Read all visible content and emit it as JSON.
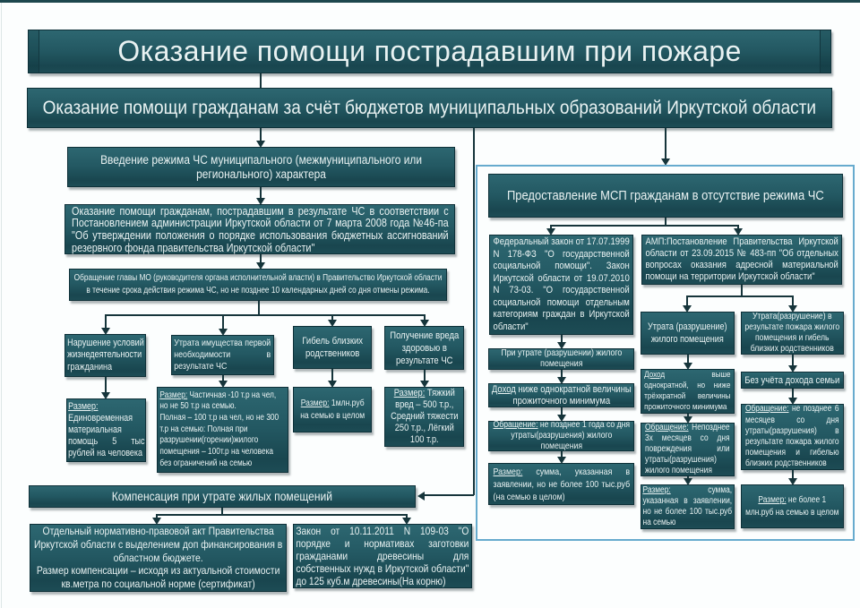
{
  "colors": {
    "box_gradient_top": "#2d6771",
    "box_gradient_bottom": "#1d4c55",
    "box_border": "#0e3038",
    "text": "#e9f2f2",
    "connector": "#16353b",
    "container_border": "#67abce",
    "top_strip": "#1d474e",
    "background": "#fcfefe"
  },
  "nodes": {
    "title": "Оказание помощи пострадавшим при пожаре",
    "subtitle": "Оказание помощи гражданам за счёт бюджетов муниципальных образований Иркутской области",
    "regime_intro": "Введение режима ЧС муниципального (межмуниципального или регионального) характера",
    "assistance_cs": "Оказание помощи гражданам, пострадавшим в результате ЧС в соответствии с Постановлением администрации Иркутской области от 7 марта 2008 года №46-па \"Об  утверждении положения о порядке использования бюджетных ассигнований резервного фонда правительства Иркутской области\"",
    "appeal_mo": "Обращение главы МО (руководителя органа исполнительной власти) в Правительство Иркутской области в течение срока действия режима ЧС, но не позднее 10 календарных дней со дня отмены режима.",
    "branch1": "Нарушение условий жизнедеятельности гражданина",
    "branch2": "Утрата имущества первой необходимости в результате ЧС",
    "branch3": "Гибель близких родствеников",
    "branch4": "Получение вреда здоровью в результате ЧС",
    "size1": "__Размер:__\nЕдиновременная материальная помощь 5 тыс рублей на человека",
    "size2": "__Размер:__ Частичная -10 т.р на чел, но не 50 т.р на семью.\nПолная – 100 т.р на чел, но не 300 т.р на семью: Полная при разрушении(горении)жилого помещения – 100т.р на человека без ограничений на семью",
    "size3": "__Размер:__ 1млн.руб на семью в целом",
    "size4": "__Размер:__ Тяжкий вред – 500 т.р., Средний тяжести 250 т.р., Лёгкий 100 т.р.",
    "compensation": "Компенсация при утрате жилых помещений",
    "separate_act": "Отдельный нормативно-правовой акт Правительства Иркутской области с выделением доп финансирования в областном бюджете.\nРазмер компенсации – исходя из актуальной стоимости кв.метра по социальной норме (сертификат)",
    "timber_law": "Закон от 10.11.2011 N 109-03 \"О порядке и нормативах заготовки гражданами древесины для собственных нужд в Иркутской области\" до 125 куб.м древесины(На корню)",
    "msp_header": "Предоставление МСП гражданам в отсутствие режима ЧС",
    "federal_law": "Федеральный закон от 17.07.1999 N 178-ФЗ \"О государственной социальной помощи\". Закон Иркутской области от 19.07.2010 N 73-03. \"О государственной социальной помощи отдельным категориям граждан в Иркутской области\"",
    "amp_decree": "АМП:Постановление Правительства Иркутской области от 23.09.2015 № 483-пп \"Об отдельных вопросах оказания адресной материальной помощи на территории Иркутской области\"",
    "col1_case": "При утрате (разрушении) жилого помещения",
    "col1_income": "__Доход__ ниже однократной величины прожиточного минимума",
    "col1_appeal": "__Обращение:__ не позднее 1 года со дня утраты(разрушения) жилого помещения",
    "col1_size": "__Размер:__ сумма, указанная в заявлении, но не более 100 тыс.руб (на семью в целом)",
    "col2_case": "Утрата (разрушение) жилого помещения",
    "col2_income": "__Доход__ выше однократной, но ниже трёхкратной величины прожиточного минимума",
    "col2_appeal": "__Обращение:__ Непозднее 3х месяцев со дня повреждения или утраты(разрушения) жилого помещения",
    "col2_size": "__Размер:__ сумма, указанная в заявлении, но не более 100 тыс.руб на семью",
    "col3_case": "Утрата(разрушение) в результате пожара жилого помещения и гибель близких родственников",
    "col3_income": "Без учёта дохода семьи",
    "col3_appeal": "__Обращение:__ не позднее 6 месяцев со дня утраты(разрушения) в результате пожара жилого помещения и гибелью близких родственников",
    "col3_size": "__Размер:__ не более 1 млн.руб на семью в целом"
  }
}
